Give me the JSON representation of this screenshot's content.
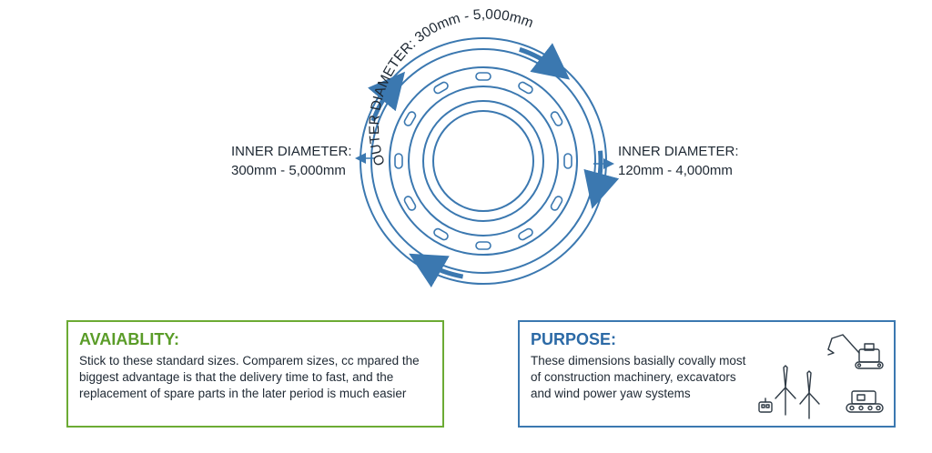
{
  "diagram": {
    "outer_diameter_label": "OUTER DIAMETER: 300mm - 5,000mm",
    "inner_left": {
      "title": "INNER DIAMETER:",
      "value": "300mm - 5,000mm"
    },
    "inner_right": {
      "title": "INNER DIAMETER:",
      "value": "120mm - 4,000mm"
    }
  },
  "availability": {
    "title": "AVAIABLITY:",
    "text": "Stick to these standard sizes. Comparem sizes, cc mpared the biggest advantage is that the delivery time to fast, and the replacement of spare parts in the later period is much easier"
  },
  "purpose": {
    "title": "PURPOSE:",
    "text": "These dimensions basially covally most of construction machinery, excavators and wind power yaw systems"
  },
  "colors": {
    "ring": "#3b78b0",
    "availability_border": "#6cab34",
    "purpose_border": "#3b78b0"
  },
  "icons": [
    "excavator-icon",
    "wind-turbine-icon",
    "tracked-vehicle-icon",
    "robot-icon"
  ]
}
